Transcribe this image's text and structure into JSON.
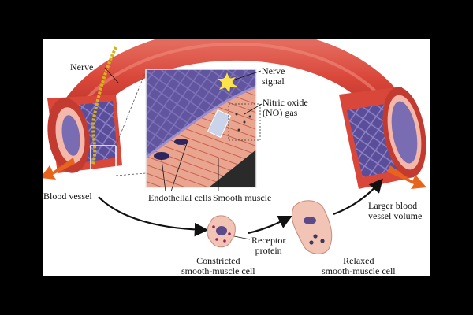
{
  "labels": {
    "nerve": "Nerve",
    "nerve_signal": [
      "Nerve",
      "signal"
    ],
    "nitric_oxide": [
      "Nitric oxide",
      "(NO) gas"
    ],
    "blood_vessel": "Blood vessel",
    "endothelial_cells": "Endothelial cells",
    "smooth_muscle": "Smooth muscle",
    "receptor_protein": [
      "Receptor",
      "protein"
    ],
    "constricted_cell": [
      "Constricted",
      "smooth-muscle cell"
    ],
    "relaxed_cell": [
      "Relaxed",
      "smooth-muscle cell"
    ],
    "larger_volume": [
      "Larger blood",
      "vessel volume"
    ]
  },
  "colors": {
    "vessel_red": "#d9463a",
    "vessel_dark": "#a8281f",
    "inner_purple": "#5a4d9a",
    "cell_pink": "#f2c4b6",
    "nucleus": "#5b4a8a",
    "arrow_orange": "#e8631c",
    "nerve_yellow": "#d8b21a"
  }
}
